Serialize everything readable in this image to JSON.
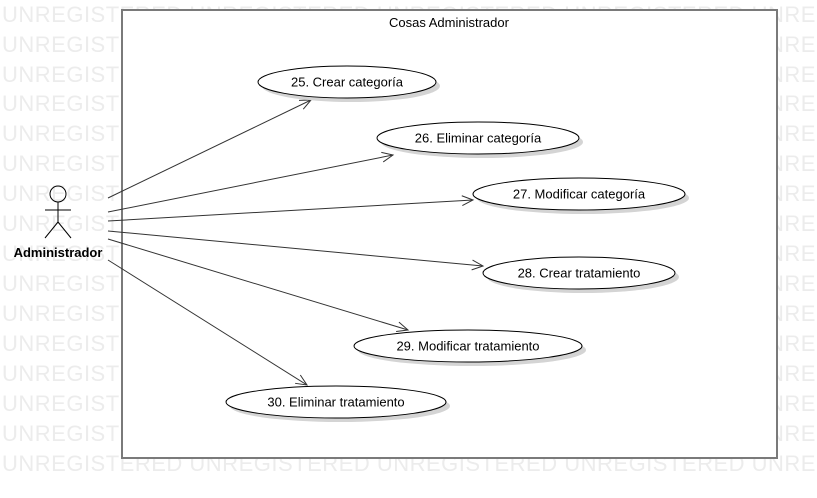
{
  "watermark": {
    "text": "UNREGISTERED UNREGISTERED UNREGISTERED UNREGISTERED UNREGISTERED U"
  },
  "system": {
    "title": "Cosas Administrador"
  },
  "actor": {
    "name": "Administrador"
  },
  "use_cases": [
    {
      "label": "25. Crear categoría"
    },
    {
      "label": "26. Eliminar categoría"
    },
    {
      "label": "27. Modificar categoría"
    },
    {
      "label": "28. Crear tratamiento"
    },
    {
      "label": "29. Modificar tratamiento"
    },
    {
      "label": "30. Eliminar tratamiento"
    }
  ],
  "colors": {
    "border": "#7a7a7a",
    "line": "#333333",
    "shadow": "#d4d4d4",
    "watermark": "#ececec"
  }
}
